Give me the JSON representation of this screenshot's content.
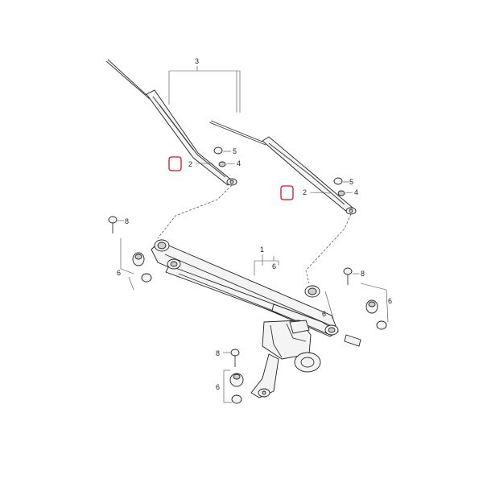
{
  "diagram": {
    "callouts": {
      "c3": "3",
      "c2a": "2",
      "c5a": "5",
      "c4a": "4",
      "c2b": "2",
      "c5b": "5",
      "c4b": "4",
      "c1": "1",
      "c6a": "6",
      "c8a": "8",
      "c6b": "6",
      "c8b": "8",
      "c6c": "6",
      "c6d": "6",
      "c8c": "8",
      "c6e": "6"
    },
    "highlight_color": "#d8121f",
    "line_color": "#333333"
  }
}
